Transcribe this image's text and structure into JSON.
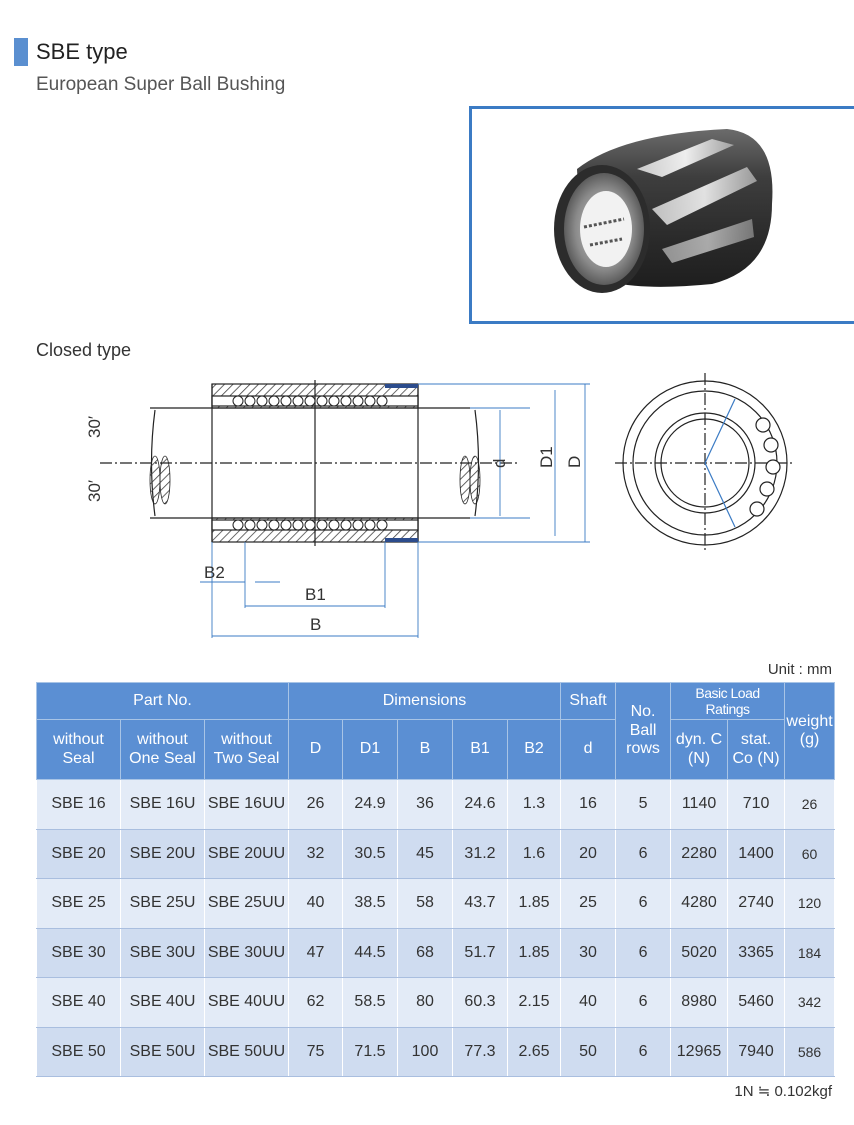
{
  "header": {
    "title": "SBE type",
    "subtitle": "European Super Ball Bushing"
  },
  "section_label": "Closed type",
  "drawing": {
    "angle_top": "30′",
    "angle_bottom": "30′",
    "dim_d": "d",
    "dim_D1": "D1",
    "dim_D": "D",
    "dim_B2": "B2",
    "dim_B1": "B1",
    "dim_B": "B"
  },
  "unit": "Unit : mm",
  "table": {
    "group_part": "Part No.",
    "group_dimensions": "Dimensions",
    "group_shaft": "Shaft",
    "group_rows": "No. Ball rows",
    "group_load": "Basic Load Ratings",
    "group_weight": "weight (g)",
    "col_without_seal": "without Seal",
    "col_one_seal": "without One Seal",
    "col_two_seal": "without Two Seal",
    "col_D": "D",
    "col_D1": "D1",
    "col_B": "B",
    "col_B1": "B1",
    "col_B2": "B2",
    "col_shaft_d": "d",
    "col_dyn": "dyn. C (N)",
    "col_stat": "stat. Co (N)",
    "rows": [
      {
        "a": "SBE 16",
        "b": "SBE 16U",
        "c": "SBE 16UU",
        "D": "26",
        "D1": "24.9",
        "B": "36",
        "B1": "24.6",
        "B2": "1.3",
        "d": "16",
        "n": "5",
        "dyn": "1140",
        "stat": "710",
        "w": "26"
      },
      {
        "a": "SBE 20",
        "b": "SBE 20U",
        "c": "SBE 20UU",
        "D": "32",
        "D1": "30.5",
        "B": "45",
        "B1": "31.2",
        "B2": "1.6",
        "d": "20",
        "n": "6",
        "dyn": "2280",
        "stat": "1400",
        "w": "60"
      },
      {
        "a": "SBE 25",
        "b": "SBE 25U",
        "c": "SBE 25UU",
        "D": "40",
        "D1": "38.5",
        "B": "58",
        "B1": "43.7",
        "B2": "1.85",
        "d": "25",
        "n": "6",
        "dyn": "4280",
        "stat": "2740",
        "w": "120"
      },
      {
        "a": "SBE 30",
        "b": "SBE 30U",
        "c": "SBE 30UU",
        "D": "47",
        "D1": "44.5",
        "B": "68",
        "B1": "51.7",
        "B2": "1.85",
        "d": "30",
        "n": "6",
        "dyn": "5020",
        "stat": "3365",
        "w": "184"
      },
      {
        "a": "SBE 40",
        "b": "SBE 40U",
        "c": "SBE 40UU",
        "D": "62",
        "D1": "58.5",
        "B": "80",
        "B1": "60.3",
        "B2": "2.15",
        "d": "40",
        "n": "6",
        "dyn": "8980",
        "stat": "5460",
        "w": "342"
      },
      {
        "a": "SBE 50",
        "b": "SBE 50U",
        "c": "SBE 50UU",
        "D": "75",
        "D1": "71.5",
        "B": "100",
        "B1": "77.3",
        "B2": "2.65",
        "d": "50",
        "n": "6",
        "dyn": "12965",
        "stat": "7940",
        "w": "586"
      }
    ]
  },
  "footnote": "1N ≒ 0.102kgf",
  "colors": {
    "accent": "#5a8fd0",
    "table_header": "#5b8fd3",
    "row_light": "#e3ebf7",
    "row_dark": "#cfdcf0",
    "photo_border": "#3b7bc4"
  }
}
